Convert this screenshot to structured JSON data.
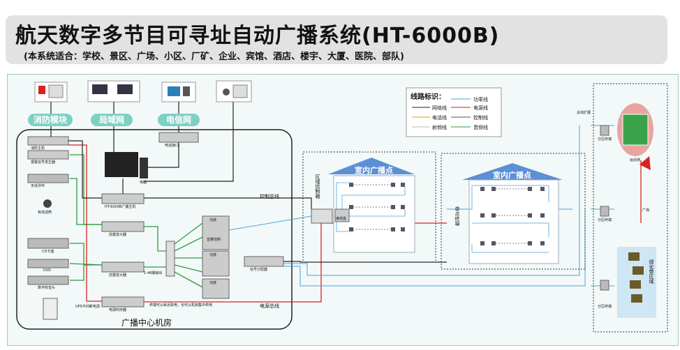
{
  "header": {
    "title": "航天数字多节目可寻址自动广播系统(HT-6000B)",
    "subtitle": "(本系统适合：学校、景区、广场、小区、厂矿、企业、宾馆、酒店、楼宇、大厦、医院、部队)"
  },
  "sources": {
    "fire": "消防模块",
    "lan": "局域网",
    "telecom": "电信网"
  },
  "center": {
    "title": "广播中心机房",
    "devices": {
      "fire_host": "消防主机",
      "alarm_gen": "报警信号发生器",
      "paging": "无线寻呼",
      "mic": "有线话筒",
      "cd": "CD卡座",
      "dvd": "DVD",
      "tuner": "数字收音头",
      "main_unit": "HT-6000B广播主机",
      "pre_amp_1": "前置放大器",
      "pre_amp_2": "前置放大器",
      "power_seq": "电源时序器",
      "router": "1-48路输出",
      "phone_iface": "电话接口",
      "pc": "电脑",
      "ups": "UPS不间断电源",
      "mixer": "音量控制",
      "rack_1": "功放",
      "rack_2": "功放",
      "rack_3": "功放",
      "line_out": "信号分配器"
    },
    "notes": {
      "control_bus": "控制总线",
      "power_bus": "电源总线",
      "terminal_note": "终端可以就近取电，也可以机房集中供电"
    }
  },
  "legend": {
    "title": "线路标识：",
    "items": [
      {
        "label": "网络线",
        "color": "#222222"
      },
      {
        "label": "电话线",
        "color": "#e0a000"
      },
      {
        "label": "射频线",
        "color": "#bbbbbb"
      },
      {
        "label": "功率线",
        "color": "#4aa3df"
      },
      {
        "label": "电源线",
        "color": "#d9221c"
      },
      {
        "label": "控制线",
        "color": "#555555"
      },
      {
        "label": "音频线",
        "color": "#2e9b3e"
      }
    ]
  },
  "buildings": {
    "left": {
      "title": "室内广播点",
      "zone_label": "区域控制箱",
      "box_label": "接线盒"
    },
    "right": {
      "title": "室内广播点",
      "terminal_label": "单点终端"
    }
  },
  "outdoor": {
    "zone_terminal_1": "分区终端",
    "zone_terminal_2": "分区终端",
    "zone_terminal_3": "分区终端",
    "field_label": "运动场",
    "plaza_label": "广场",
    "green_label": "绿化带区域",
    "expand_label": "总线扩展"
  },
  "colors": {
    "teal": "#7fd0c4",
    "network": "#222222",
    "power": "#d9221c",
    "audio": "#2e9b3e",
    "speaker_line": "#4aa3df"
  }
}
